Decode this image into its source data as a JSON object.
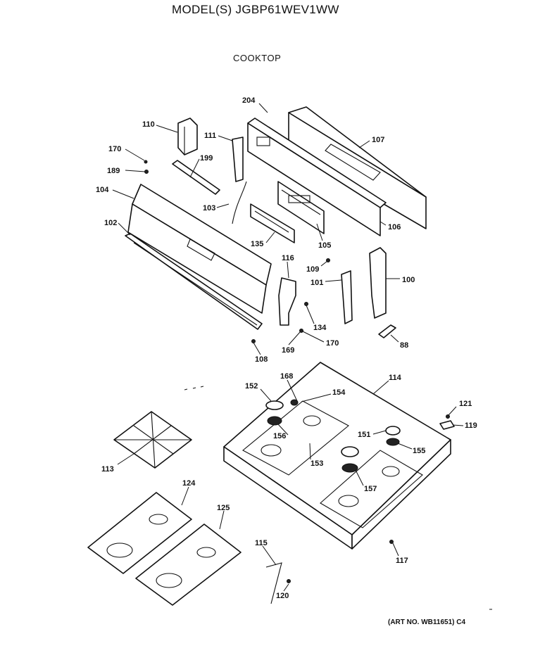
{
  "header": {
    "model": "MODEL(S) JGBP61WEV1WW",
    "section": "COOKTOP"
  },
  "footer": {
    "art_number": "(ART NO. WB11651) C4"
  },
  "callouts": {
    "c204": "204",
    "c107": "107",
    "c110": "110",
    "c111": "111",
    "c170a": "170",
    "c199": "199",
    "c189": "189",
    "c104": "104",
    "c103": "103",
    "c106": "106",
    "c102": "102",
    "c135": "135",
    "c105": "105",
    "c116": "116",
    "c109": "109",
    "c101": "101",
    "c100": "100",
    "c134": "134",
    "c170b": "170",
    "c169": "169",
    "c88": "88",
    "c108": "108",
    "c168": "168",
    "c114": "114",
    "c152": "152",
    "c154": "154",
    "c121": "121",
    "c119": "119",
    "c151": "151",
    "c156": "156",
    "c155": "155",
    "c113": "113",
    "c153": "153",
    "c157": "157",
    "c124": "124",
    "c125": "125",
    "c115": "115",
    "c117": "117",
    "c120": "120"
  }
}
